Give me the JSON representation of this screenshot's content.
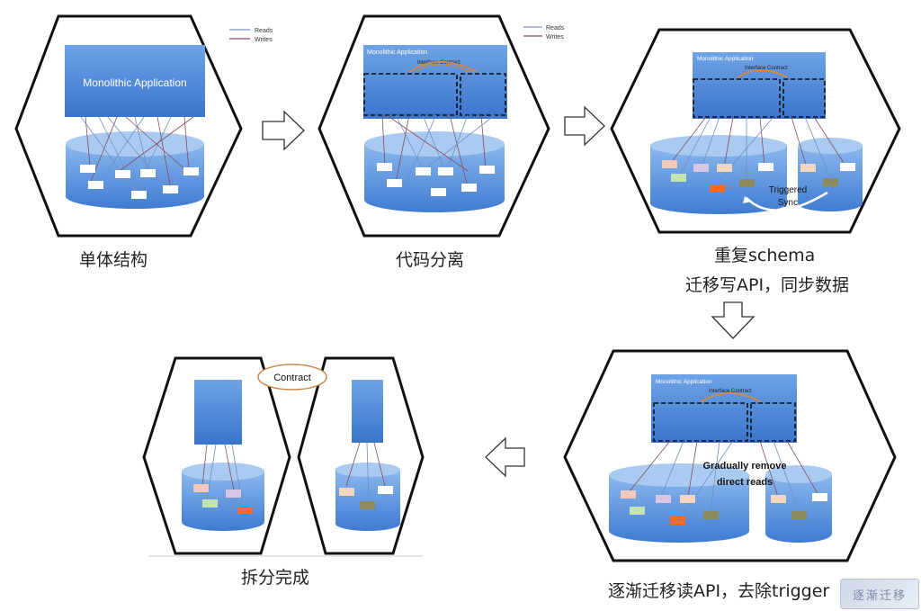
{
  "legend": {
    "reads": "Reads",
    "writes": "Writes"
  },
  "labels": {
    "monolithic_app": "Monolithic Application",
    "interface_contract": "Interface Contract",
    "triggered_sync": [
      "Triggered",
      "Sync"
    ],
    "gradually_remove": [
      "Gradually remove",
      "direct reads"
    ],
    "contract": "Contract"
  },
  "captions": {
    "step1": "单体结构",
    "step2": "代码分离",
    "step3_line1": "重复schema",
    "step3_line2": "迁移写API，同步数据",
    "step4": "逐渐迁移读API，去除trigger",
    "step5": "拆分完成"
  },
  "colors": {
    "app_blue": "#3f7fd6",
    "db_blue": "#5a93dd",
    "reads_line": "#6f8fc4",
    "writes_line": "#8a4a5a",
    "contract_arc": "#c98a4a"
  }
}
